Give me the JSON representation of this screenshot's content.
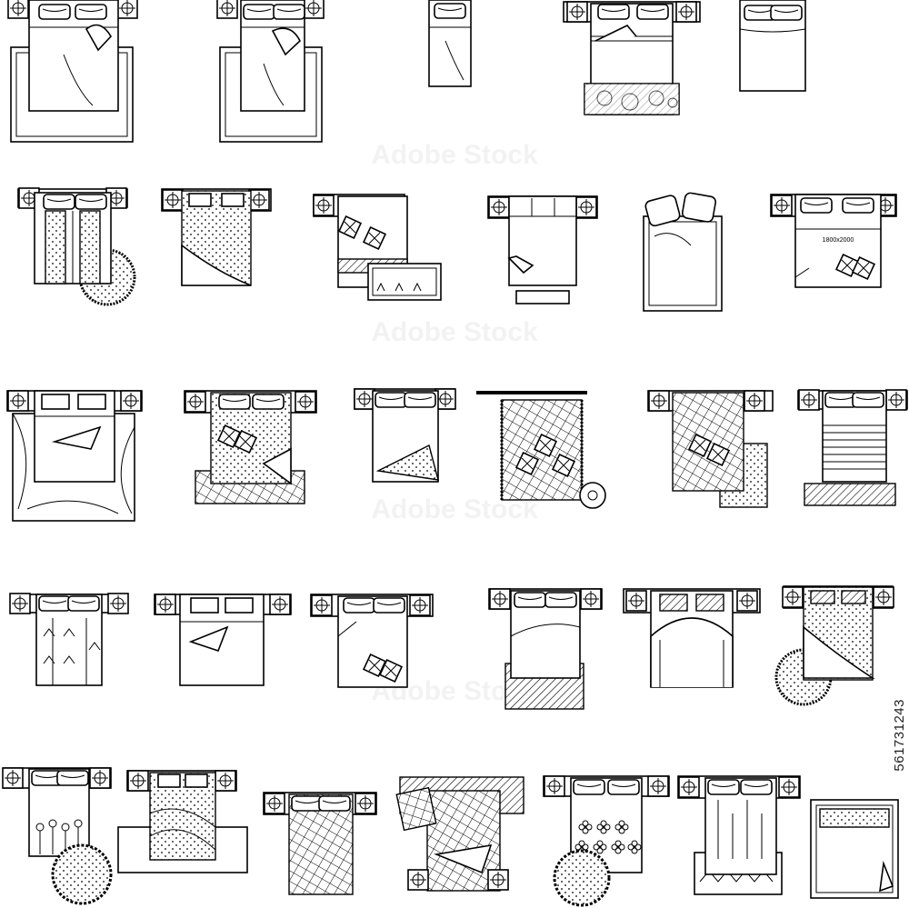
{
  "stock_id_text": "561731243",
  "watermark_text": "Adobe Stock",
  "tag_label": "1800x2000"
}
